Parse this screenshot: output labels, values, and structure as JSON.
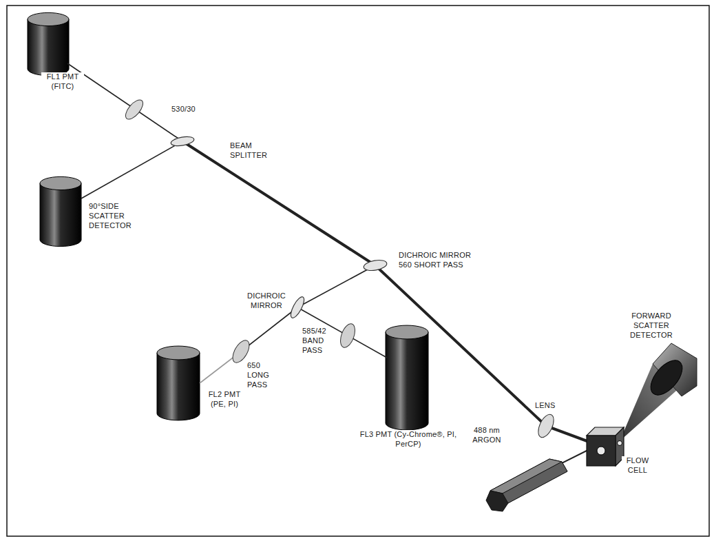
{
  "diagram": {
    "labels": [
      "FL1 PMT (FITC)",
      "530/30",
      "BEAM SPLITTER",
      "90°SIDE SCATTER DETECTOR",
      "DICHROIC MIRROR 560 SHORT PASS",
      "DICHROIC MIRROR",
      "585/42 BAND PASS",
      "650 LONG PASS",
      "FL2 PMT (PE, PI)",
      "FL3 PMT (Cy-Chrome®, PI, PerCP)",
      "FORWARD SCATTER DETECTOR",
      "LENS",
      "FLOW CELL",
      "488 nm ARGON"
    ]
  }
}
